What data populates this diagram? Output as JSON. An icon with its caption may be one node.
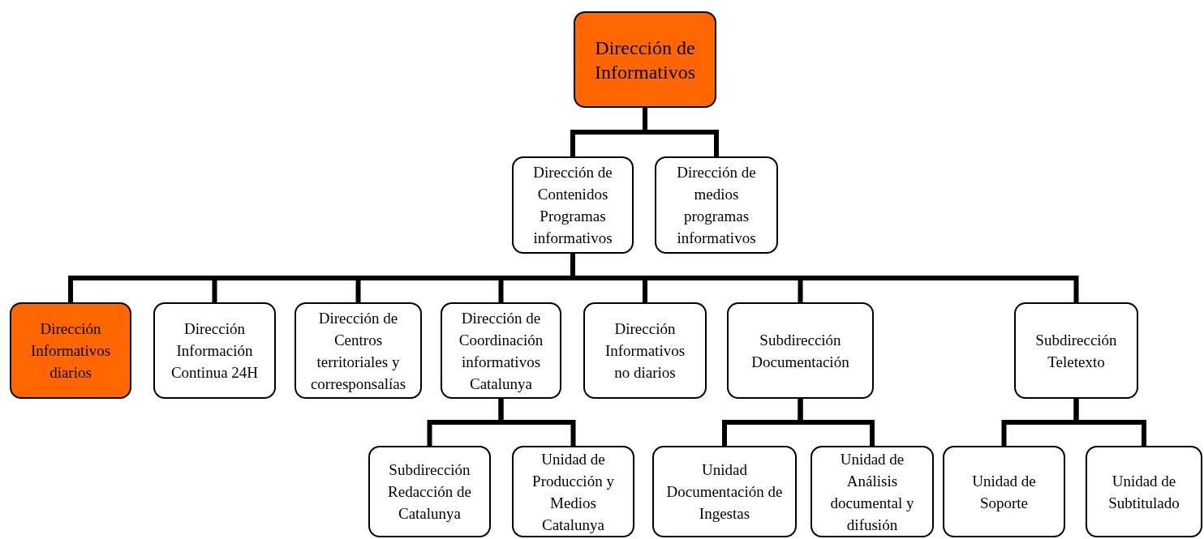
{
  "diagram": {
    "nodes": [
      {
        "text": [
          "Dirección de Informativos"
        ]
      },
      {
        "text": [
          "Dirección de Contenidos Programas informativos"
        ]
      },
      {
        "text": [
          "Dirección de medios programas informativos"
        ]
      },
      {
        "text": [
          "Dirección Informativos diarios"
        ]
      },
      {
        "text": [
          "Dirección Información Continua 24H"
        ]
      },
      {
        "text": [
          "Dirección de Centros territoriales y corresponsalías"
        ]
      },
      {
        "text": [
          "Dirección de Coordinación informativos Catalunya"
        ]
      },
      {
        "text": [
          "Dirección Informativos no diarios"
        ]
      },
      {
        "text": [
          "Subdirección Documentación"
        ]
      },
      {
        "text": [
          "Subdirección Teletexto"
        ]
      },
      {
        "text": [
          "Subdirección Redacción de Catalunya"
        ]
      },
      {
        "text": [
          "Unidad de Producción y Medios Catalunya"
        ]
      },
      {
        "text": [
          "Unidad Documentación de Ingestas"
        ]
      },
      {
        "text": [
          "Unidad de Análisis documental y difusión"
        ]
      },
      {
        "text": [
          "Unidad de Soporte"
        ]
      },
      {
        "text": [
          "Unidad de Subtitulado"
        ]
      }
    ],
    "edges": [
      {
        "from": 0,
        "to": 1,
        "arrow": "none"
      },
      {
        "from": 0,
        "to": 2,
        "arrow": "none"
      },
      {
        "from": 1,
        "to": 3,
        "arrow": "none"
      },
      {
        "from": 1,
        "to": 4,
        "arrow": "none"
      },
      {
        "from": 1,
        "to": 5,
        "arrow": "none"
      },
      {
        "from": 1,
        "to": 6,
        "arrow": "none"
      },
      {
        "from": 1,
        "to": 7,
        "arrow": "none"
      },
      {
        "from": 1,
        "to": 8,
        "arrow": "none"
      },
      {
        "from": 1,
        "to": 9,
        "arrow": "none"
      },
      {
        "from": 6,
        "to": 10,
        "arrow": "none"
      },
      {
        "from": 6,
        "to": 11,
        "arrow": "none"
      },
      {
        "from": 8,
        "to": 12,
        "arrow": "none"
      },
      {
        "from": 8,
        "to": 13,
        "arrow": "none"
      },
      {
        "from": 9,
        "to": 14,
        "arrow": "none"
      },
      {
        "from": 9,
        "to": 15,
        "arrow": "none"
      }
    ]
  }
}
